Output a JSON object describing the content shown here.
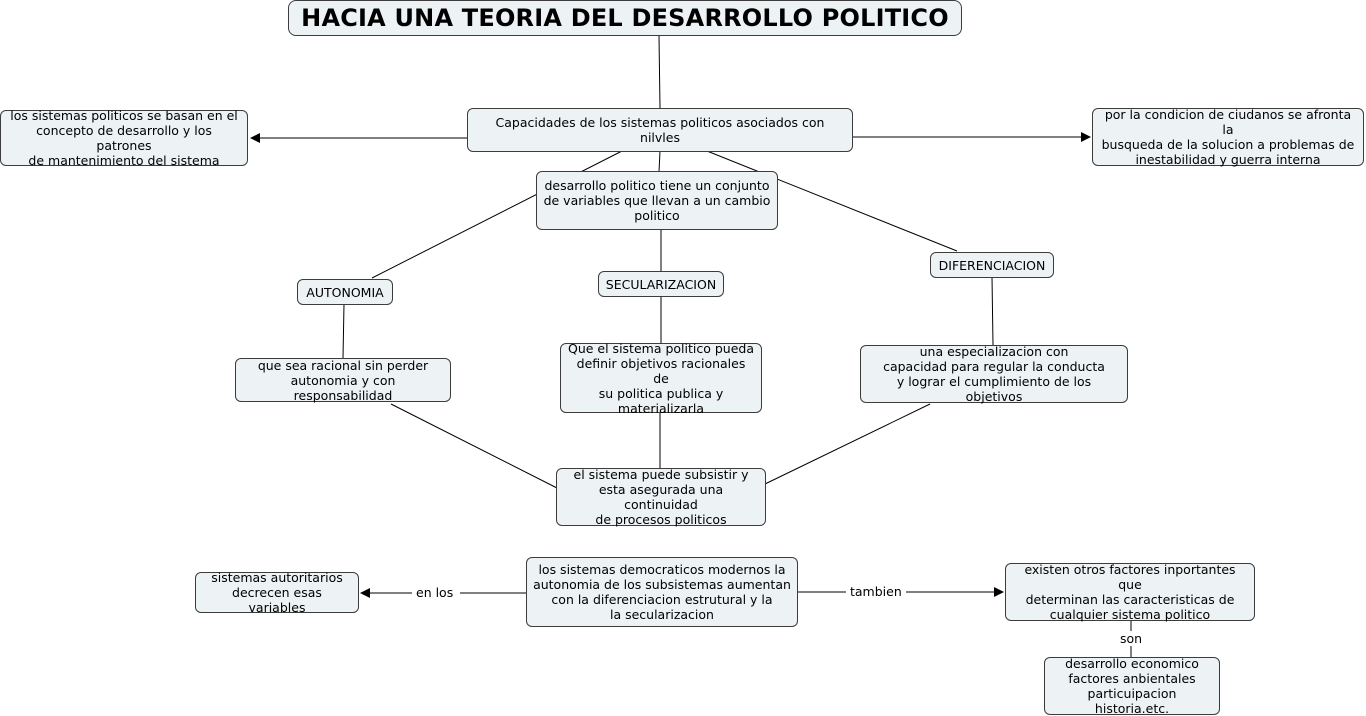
{
  "title": "HACIA UNA TEORIA DEL DESARROLLO POLITICO",
  "nodes": {
    "capacidades": "Capacidades de los sistemas politicos asociados  con nilvles",
    "sistemas_politicos": "los sistemas politicos  se basan en el\nconcepto de desarrollo y los patrones\nde mantenimiento del sistema",
    "condicion_ciudadanos": "por la condicion de ciudanos se afronta la\nbusqueda de la solucion  a problemas de\ninestabilidad y guerra  interna",
    "desarrollo_politico": "desarrollo politico  tiene un conjunto\nde variables que llevan  a un cambio\npolitico",
    "autonomia": "AUTONOMIA",
    "secularizacion": "SECULARIZACION",
    "diferenciacion": "DIFERENCIACION",
    "racional": "que sea racional sin perder\nautonomia y con responsabilidad",
    "objetivos": "Que el sistema politico pueda\ndefinir objetivos racionales de\nsu politica  publica y\nmaterializarla",
    "especializacion": "una especializacion con\ncapacidad para regular la conducta\ny lograr  el cumplimiento de los objetivos",
    "subsistir": "el sistema puede subsistir y\nesta asegurada una continuidad\nde procesos politicos",
    "democraticos": "los sistemas democraticos modernos la\nautonomia de los subsistemas  aumentan\ncon la diferenciacion estrutural y la\nla secularizacion",
    "autoritarios": "sistemas autoritarios\ndecrecen  esas variables",
    "otros_factores": "existen otros factores  inportantes que\ndeterminan las caracteristicas  de\ncualquier sistema politico",
    "desarrollo_economico": "desarrollo economico\nfactores anbientales\nparticuipacion historia.etc."
  },
  "link_labels": {
    "en_los": "en los",
    "tambien": "tambien",
    "son": "son"
  },
  "colors": {
    "node_fill": "#edf3f5",
    "node_border": "#3c3c3c",
    "line": "#000000"
  }
}
